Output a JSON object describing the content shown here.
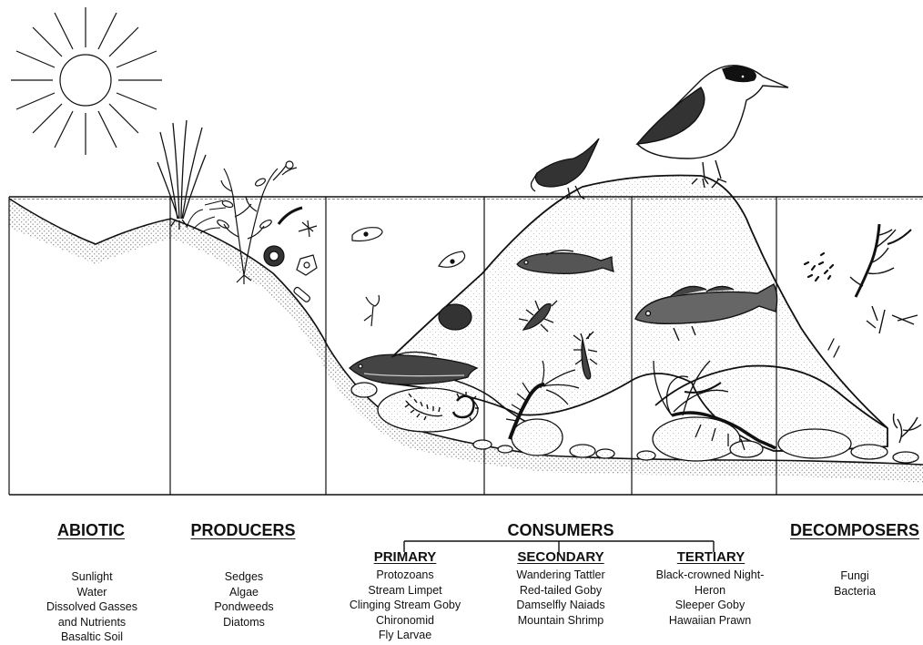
{
  "columns": {
    "abiotic": {
      "heading": "ABIOTIC",
      "items": [
        "Sunlight",
        "Water",
        "Dissolved Gasses",
        "and Nutrients",
        "Basaltic Soil"
      ]
    },
    "producers": {
      "heading": "PRODUCERS",
      "items": [
        "Sedges",
        "Algae",
        "Pondweeds",
        "Diatoms"
      ]
    },
    "consumers": {
      "heading": "CONSUMERS",
      "primary": {
        "heading": "PRIMARY",
        "items": [
          "Protozoans",
          "Stream Limpet",
          "Clinging Stream Goby",
          "Chironomid",
          "Fly Larvae"
        ]
      },
      "secondary": {
        "heading": "SECONDARY",
        "items": [
          "Wandering Tattler",
          "Red-tailed Goby",
          "Damselfly Naiads",
          "Mountain Shrimp"
        ]
      },
      "tertiary": {
        "heading": "TERTIARY",
        "items": [
          "Black-crowned Night-",
          "Heron",
          "Sleeper Goby",
          "Hawaiian Prawn"
        ]
      }
    },
    "decomposers": {
      "heading": "DECOMPOSERS",
      "items": [
        "Fungi",
        "Bacteria"
      ]
    }
  },
  "icons": [
    "sun-icon",
    "sedge-icon",
    "pondweed-icon",
    "diatom-icon",
    "protozoan-icon",
    "limpet-icon",
    "goby-icon",
    "chironomid-icon",
    "fly-larva-icon",
    "tattler-icon",
    "damselfly-naiad-icon",
    "shrimp-icon",
    "heron-icon",
    "sleeper-goby-icon",
    "prawn-icon",
    "fungi-icon",
    "bacteria-icon"
  ],
  "colors": {
    "ink": "#111111",
    "background": "#ffffff",
    "stipple": "#9a9a9a"
  }
}
